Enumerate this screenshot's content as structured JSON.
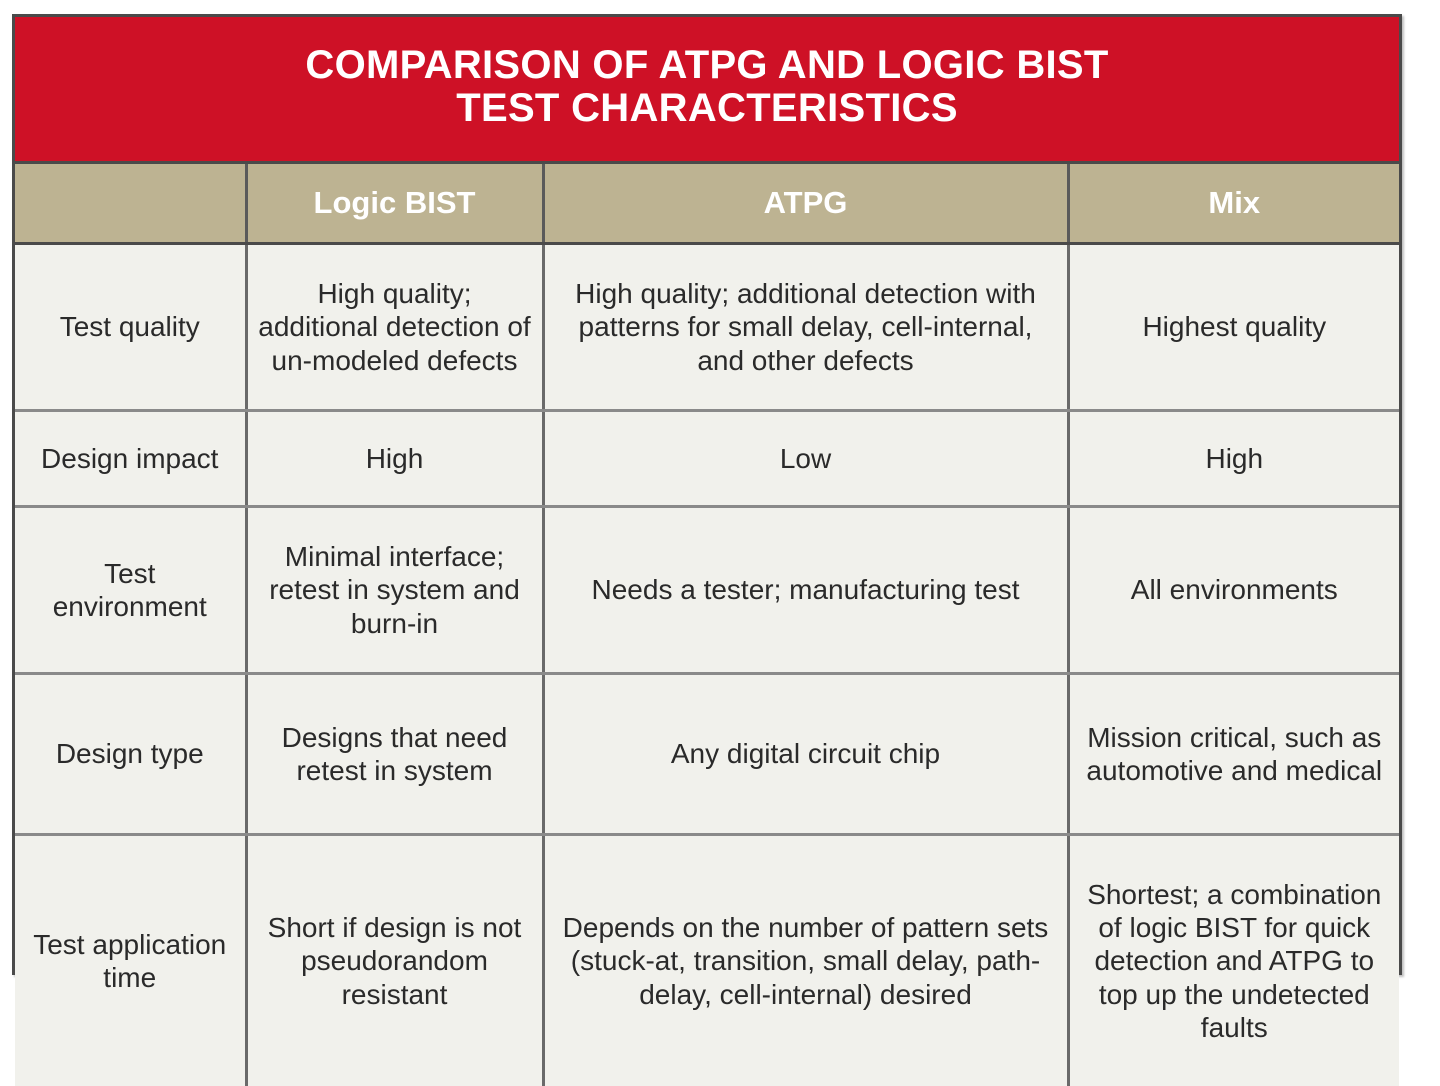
{
  "table": {
    "title_lines": [
      "COMPARISON OF ATPG AND LOGIC BIST",
      "TEST CHARACTERISTICS"
    ],
    "title_full": "COMPARISON OF ATPG AND LOGIC BIST TEST CHARACTERISTICS",
    "columns": [
      {
        "label": ""
      },
      {
        "label": "Logic BIST"
      },
      {
        "label": "ATPG"
      },
      {
        "label": "Mix"
      }
    ],
    "rows": [
      {
        "characteristic": "Test quality",
        "logic_bist": "High quality; additional detection of un-modeled defects",
        "atpg": "High quality; additional detection with patterns for small delay, cell-internal, and other defects",
        "mix": "Highest quality"
      },
      {
        "characteristic": "Design impact",
        "logic_bist": "High",
        "atpg": "Low",
        "mix": "High"
      },
      {
        "characteristic": "Test environment",
        "logic_bist": "Minimal interface; retest in system and burn-in",
        "atpg": "Needs a tester; manufacturing test",
        "mix": "All environments"
      },
      {
        "characteristic": "Design type",
        "logic_bist": "Designs that need retest in system",
        "atpg": "Any digital circuit chip",
        "mix": "Mission critical, such as automotive and medical"
      },
      {
        "characteristic": "Test application time",
        "logic_bist": "Short if design is not pseudorandom resistant",
        "atpg": "Depends on the number of pattern sets (stuck-at, transition, small delay, path-delay, cell-internal) desired",
        "mix": "Shortest; a combination of logic BIST for quick detection and ATPG to top up the undetected faults"
      }
    ]
  },
  "colors": {
    "title_banner": "#ce1126",
    "header_row": "#bdb392",
    "cell_background": "#f1f1ec",
    "border": "#4a4a4a",
    "title_text": "#ffffff",
    "header_text": "#ffffff",
    "cell_text": "#2a2a2a"
  }
}
